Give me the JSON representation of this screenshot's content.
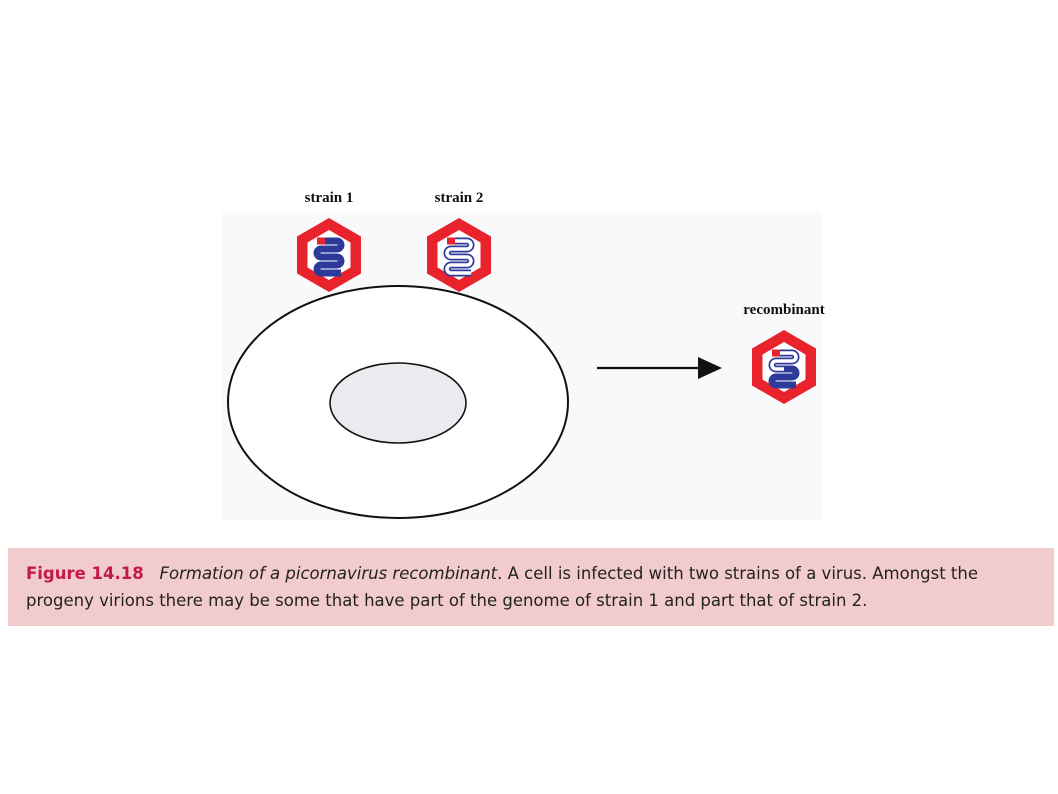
{
  "diagram": {
    "labels": {
      "strain1": "strain 1",
      "strain2": "strain 2",
      "recombinant": "recombinant"
    },
    "colors": {
      "capsid": "#e8232c",
      "genome_strain1": "#2d3a9a",
      "genome_strain2": "#ffffff",
      "genome_outline": "#2d3a9a",
      "cell_outline": "#111111",
      "nucleus_fill": "#ebebef",
      "arrow": "#111111",
      "caption_bg": "#f2cccc",
      "figure_number": "#c41a4a"
    }
  },
  "caption": {
    "figure_number": "Figure 14.18",
    "title": "Formation of a picornavirus recombinant",
    "text": ". A cell is infected with two strains of a virus. Amongst the progeny virions there may be some that have part of the genome of strain 1 and part that of strain 2."
  }
}
